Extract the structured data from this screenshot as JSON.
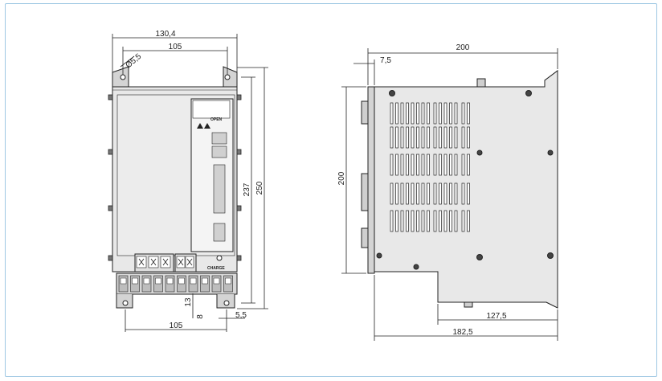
{
  "front_view": {
    "dims": {
      "overall_width": "130,4",
      "top_mount_pitch": "105",
      "hole_dia": "Ø5,5",
      "bottom_mount_pitch": "105",
      "height_inner": "237",
      "height_overall": "250",
      "bottom_offset": "13",
      "bottom_small": "8",
      "slot_width": "5,5"
    },
    "labels": {
      "charge": "CHARGE",
      "open": "OPEN"
    }
  },
  "side_view": {
    "dims": {
      "depth_overall": "200",
      "flange": "7,5",
      "height": "200",
      "depth_lower": "127,5",
      "depth_total": "182,5"
    }
  },
  "colors": {
    "frame_border": "#9ec8e3",
    "body_fill": "#e8e8e8",
    "line": "#222222"
  }
}
